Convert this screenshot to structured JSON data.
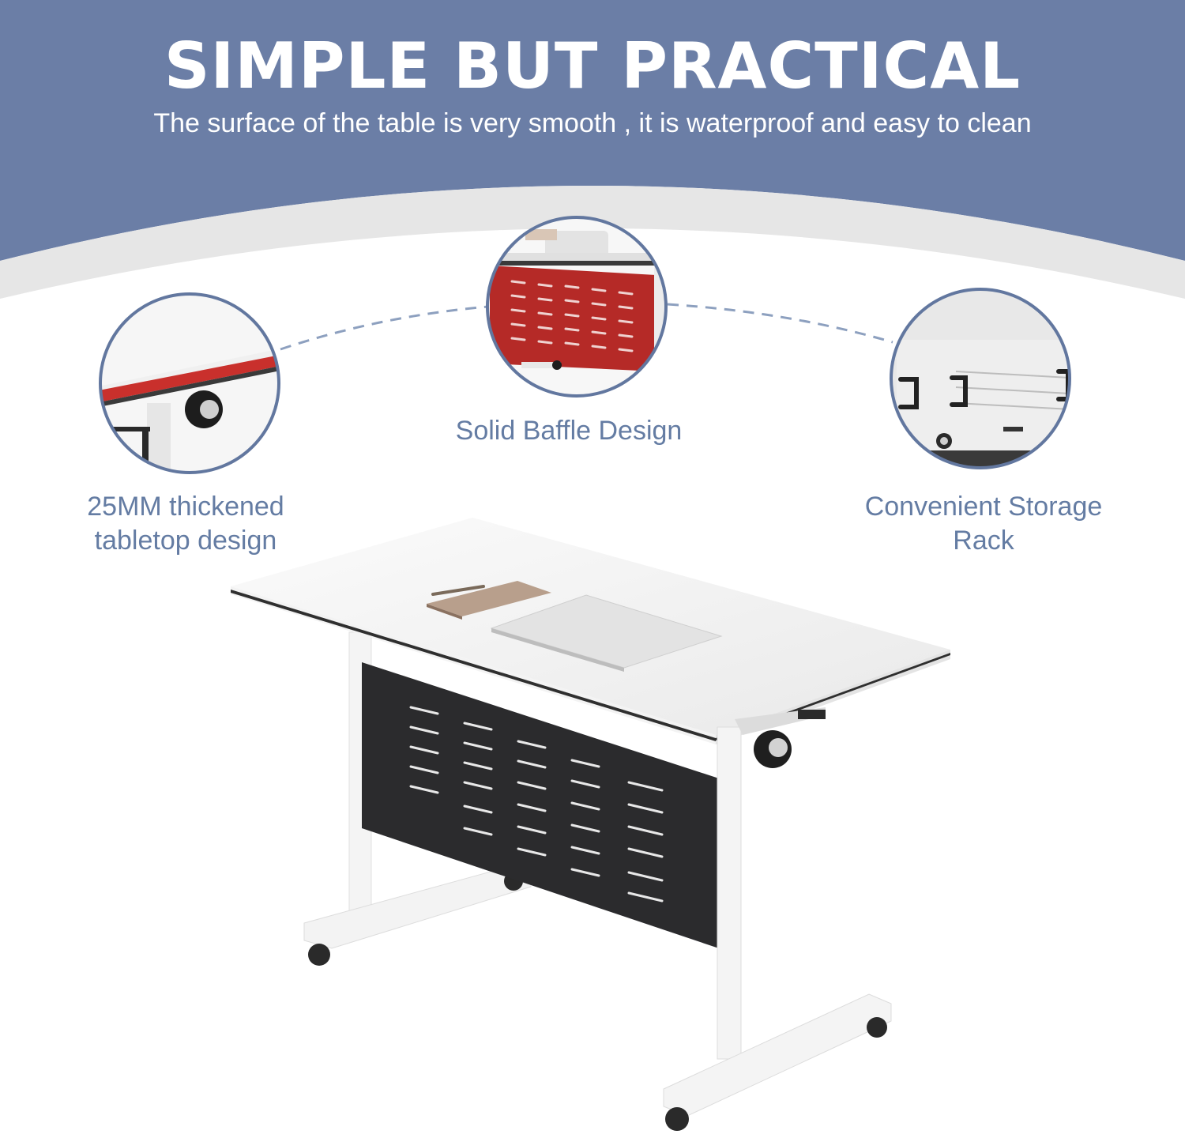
{
  "header": {
    "title": "SIMPLE BUT PRACTICAL",
    "subtitle": "The surface of the table is very smooth , it is waterproof and easy to clean"
  },
  "callouts": [
    {
      "lines": [
        "25MM thickened",
        "tabletop design"
      ]
    },
    {
      "lines": [
        "Solid Baffle Design"
      ]
    },
    {
      "lines": [
        "Convenient Storage",
        "Rack"
      ]
    }
  ],
  "colors": {
    "header_band": "#6b7ea6",
    "label_text": "#647ca3",
    "circle_border": "#62779f",
    "tabletop_edge_highlight": "#c9302c",
    "baffle_highlight": "#b52a27",
    "baffle": "#2b2b2d",
    "frame": "#f4f4f4"
  }
}
